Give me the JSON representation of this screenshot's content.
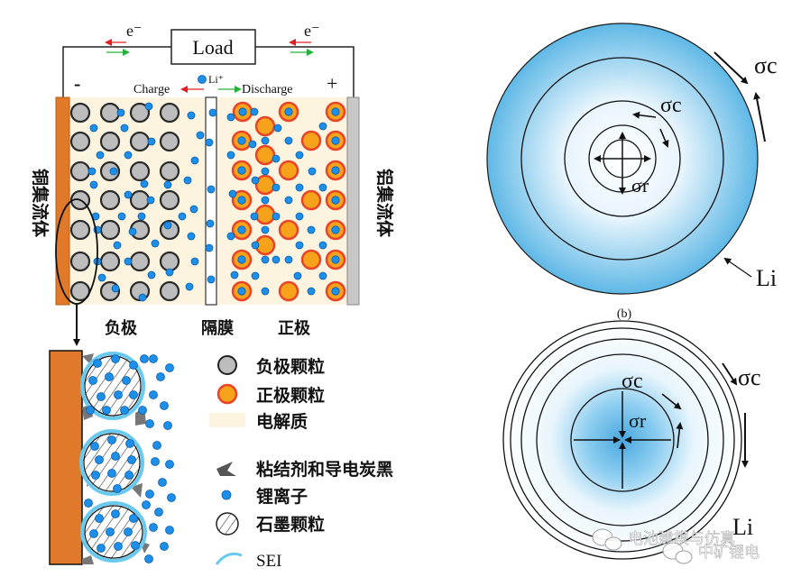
{
  "battery": {
    "load_label": "Load",
    "electron_left": "e⁻",
    "electron_right": "e⁻",
    "minus_sign": "-",
    "plus_sign": "+",
    "charge_label": "Charge",
    "li_ion_label": "Li⁺",
    "discharge_label": "Discharge",
    "copper_collector": "铜集流体",
    "aluminum_collector": "铝集流体",
    "anode_label": "负极",
    "separator_label": "隔膜",
    "cathode_label": "正极"
  },
  "legend": {
    "items": [
      {
        "icon": "anode-particle",
        "label": "负极颗粒"
      },
      {
        "icon": "cathode-particle",
        "label": "正极颗粒"
      },
      {
        "icon": "electrolyte",
        "label": "电解质"
      },
      {
        "icon": "binder-carbon-black",
        "label": "粘结剂和导电炭黑"
      },
      {
        "icon": "lithium-ion",
        "label": "锂离子"
      },
      {
        "icon": "graphite-particle",
        "label": "石墨颗粒"
      },
      {
        "icon": "sei-layer",
        "label": "SEI"
      }
    ]
  },
  "stress_top": {
    "sigma_c_outer": "σc",
    "sigma_c_inner": "σc",
    "sigma_r": "σr",
    "li_label": "Li",
    "caption": "(b)"
  },
  "stress_bottom": {
    "sigma_c_outer": "σc",
    "sigma_c_inner": "σc",
    "sigma_r": "σr",
    "li_label": "Li"
  },
  "watermark": {
    "line1": "电池建模与仿真",
    "line2": "中矿锂电"
  },
  "colors": {
    "copper": "#e07a2a",
    "aluminum": "#c8c8c8",
    "electrolyte": "#fdf4df",
    "ion": "#1e8fe8",
    "cathode_fill": "#f7a21b",
    "cathode_ring": "#e8442a",
    "anode_fill": "#bdbdbd",
    "sphere_blue": "#5fb8e6"
  }
}
